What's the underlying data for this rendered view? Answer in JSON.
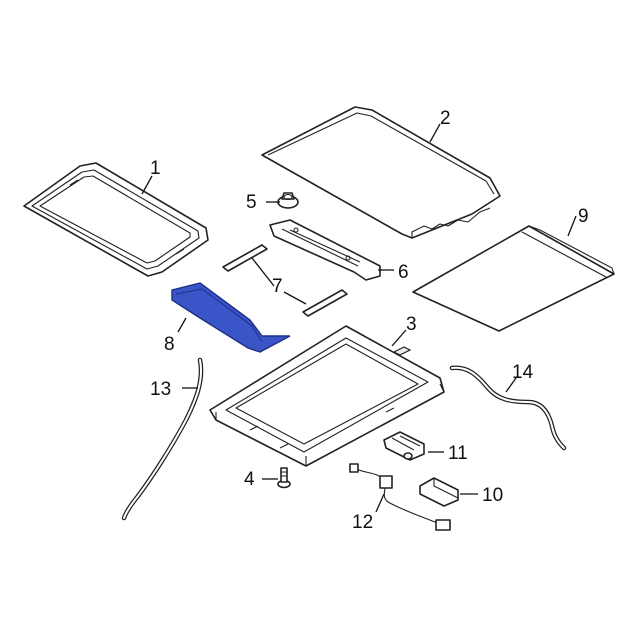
{
  "diagram": {
    "labels": [
      {
        "id": "1",
        "text": "1"
      },
      {
        "id": "2",
        "text": "2"
      },
      {
        "id": "3",
        "text": "3"
      },
      {
        "id": "4",
        "text": "4"
      },
      {
        "id": "5",
        "text": "5"
      },
      {
        "id": "6",
        "text": "6"
      },
      {
        "id": "7",
        "text": "7"
      },
      {
        "id": "8",
        "text": "8"
      },
      {
        "id": "9",
        "text": "9"
      },
      {
        "id": "10",
        "text": "10"
      },
      {
        "id": "11",
        "text": "11"
      },
      {
        "id": "12",
        "text": "12"
      },
      {
        "id": "13",
        "text": "13"
      },
      {
        "id": "14",
        "text": "14"
      }
    ],
    "highlight_color": "#3a55c8"
  }
}
